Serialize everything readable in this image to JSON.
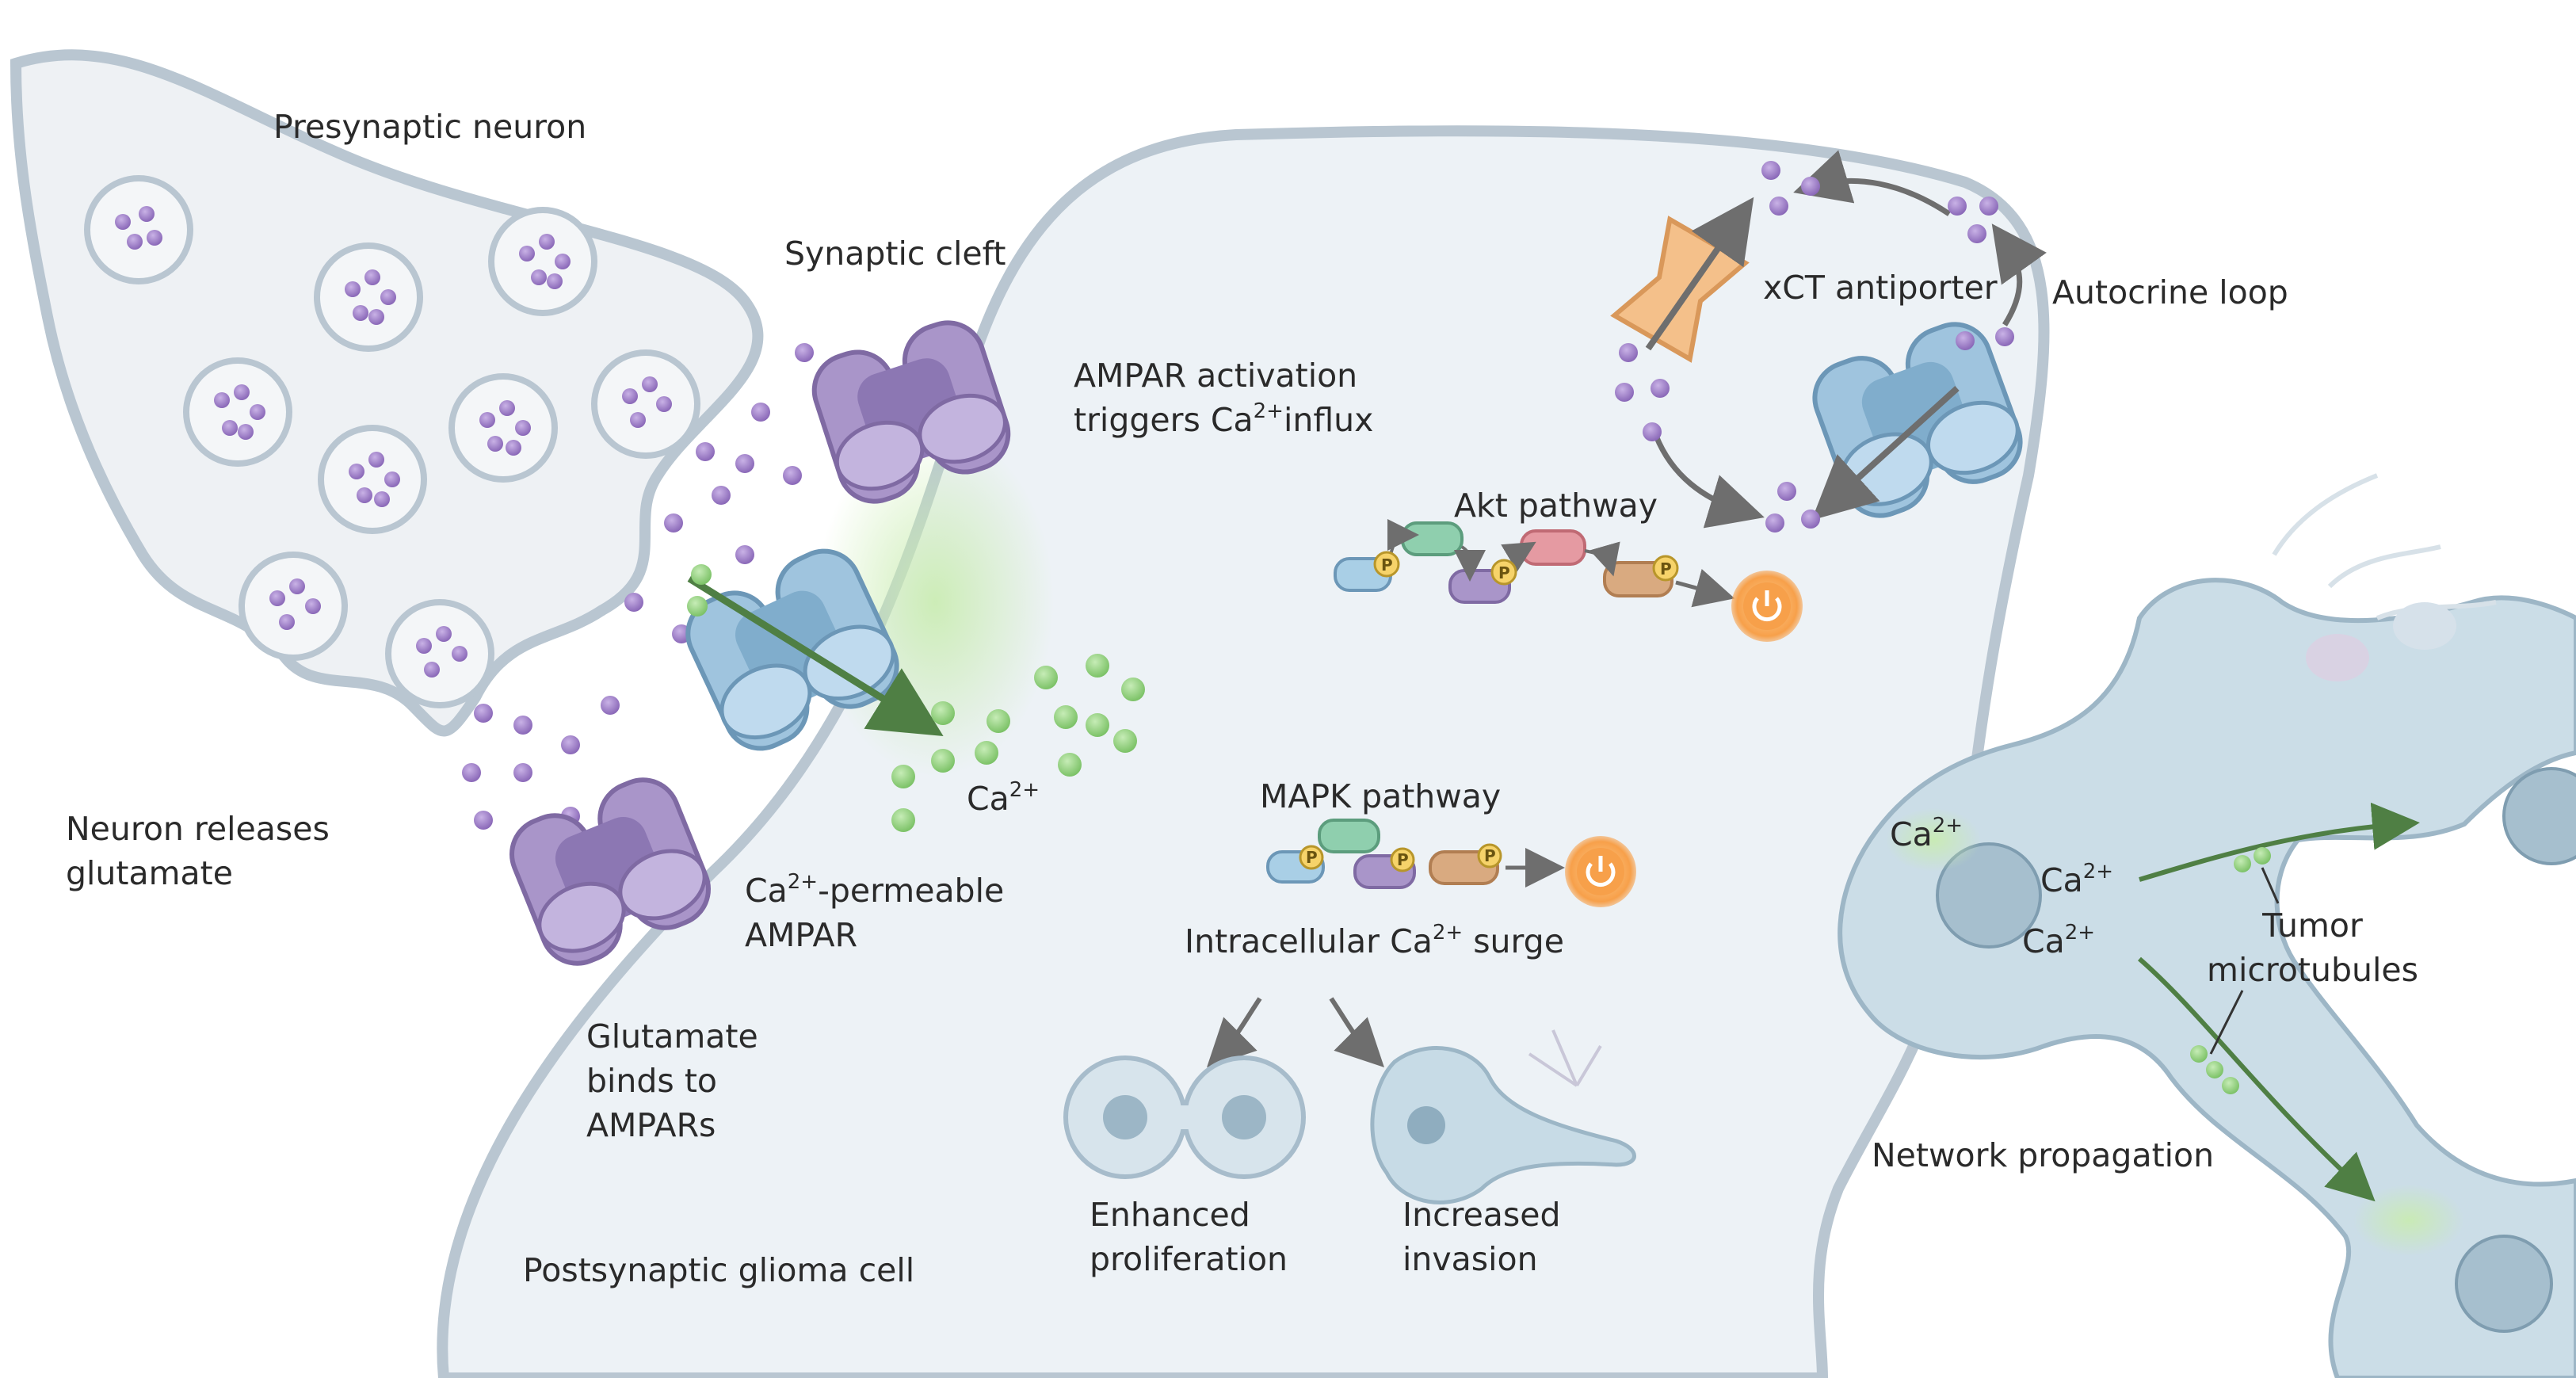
{
  "labels": {
    "presynaptic_neuron": "Presynaptic neuron",
    "synaptic_cleft": "Synaptic cleft",
    "ampar_activation_line1": "AMPAR activation",
    "ampar_activation_line2a": "triggers Ca",
    "ampar_activation_line2b": "influx",
    "xct_antiporter": "xCT antiporter",
    "autocrine_loop": "Autocrine loop",
    "akt_pathway": "Akt pathway",
    "mapk_pathway": "MAPK pathway",
    "neuron_releases_line1": "Neuron releases",
    "neuron_releases_line2": "glutamate",
    "ca_free": "Ca",
    "ca_permeable_line1a": "Ca",
    "ca_permeable_line1b": "-permeable",
    "ca_permeable_line2": "AMPAR",
    "intracellular_a": "Intracellular Ca",
    "intracellular_b": " surge",
    "glutamate_binds_line1": "Glutamate",
    "glutamate_binds_line2": "binds to",
    "glutamate_binds_line3": "AMPARs",
    "enhanced_line1": "Enhanced",
    "enhanced_line2": "proliferation",
    "increased_line1": "Increased",
    "increased_line2": "invasion",
    "postsynaptic": "Postsynaptic glioma cell",
    "tumor_mt_line1": "Tumor",
    "tumor_mt_line2": "microtubules",
    "network_propagation": "Network propagation",
    "ca_cell_1": "Ca",
    "ca_cell_2": "Ca",
    "ca_cell_3": "Ca",
    "charge_2plus": "2+",
    "phospho_tag": "P"
  },
  "colors": {
    "membrane": "#b9c6d1",
    "presynaptic_fill": "#eef1f4",
    "glioma_fill": "#edf2f6",
    "glutamate_dot": "#9b7bc4",
    "calcium_dot": "#8fd07a",
    "ampar_purple": "#a995c9",
    "ampar_blue": "#9fc4de",
    "xct_orange": "#f4c08a",
    "power_icon": "#f7a04a",
    "tumor_cell": "#cbdde7",
    "arrow_grey": "#6e6e6e",
    "arrow_green": "#5a8a4e"
  }
}
